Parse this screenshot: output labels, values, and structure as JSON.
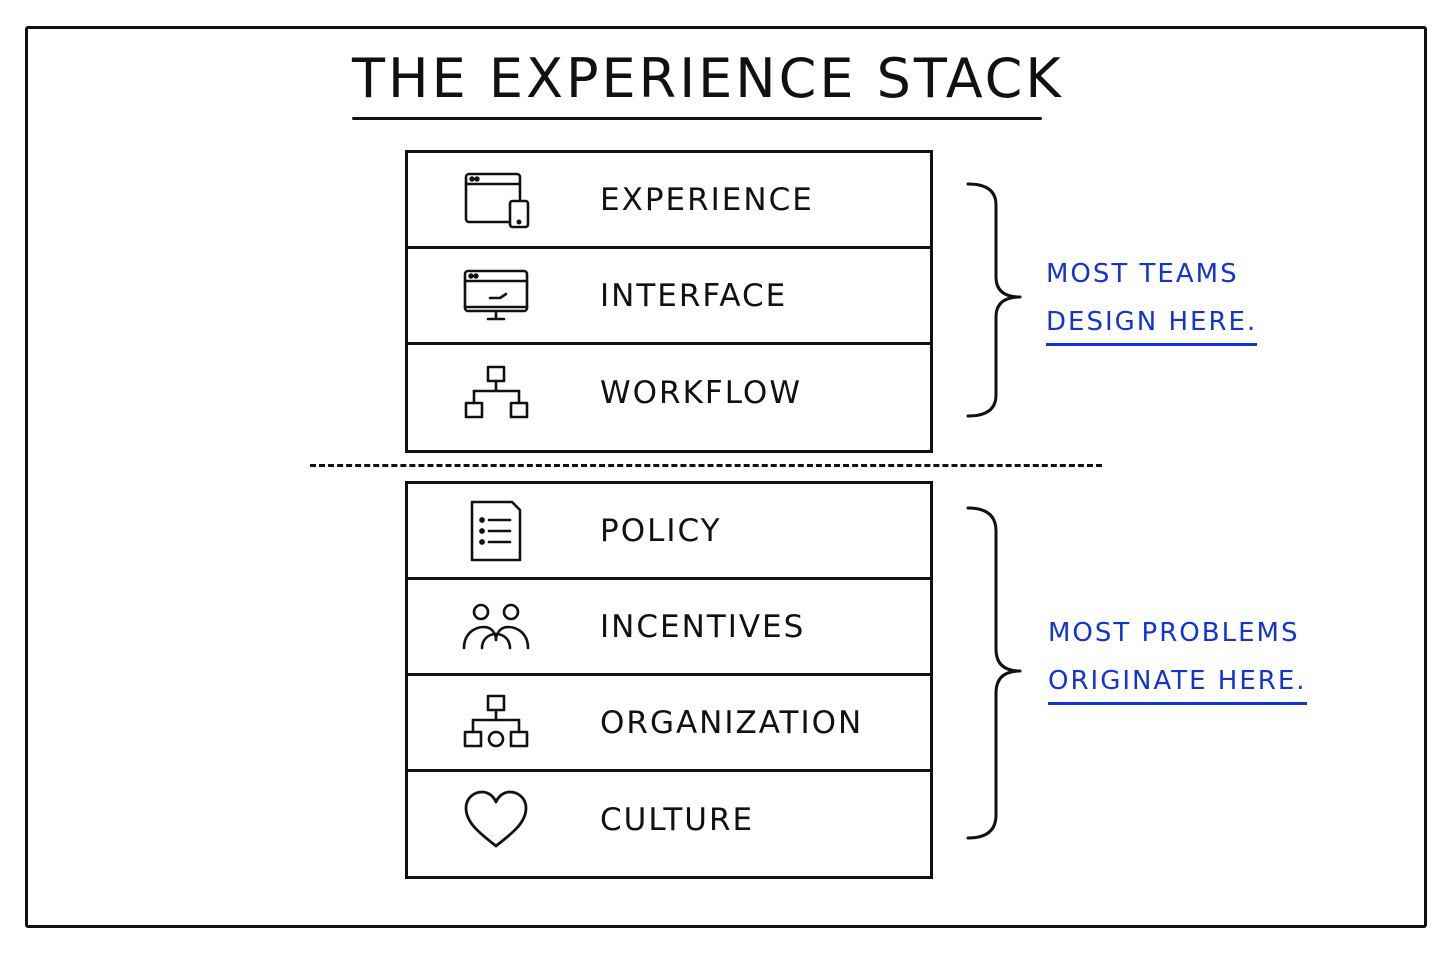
{
  "title": "THE EXPERIENCE STACK",
  "upper_layers": [
    {
      "label": "EXPERIENCE",
      "icon": "browser-and-mobile-icon"
    },
    {
      "label": "INTERFACE",
      "icon": "monitor-icon"
    },
    {
      "label": "WORKFLOW",
      "icon": "flowchart-icon"
    }
  ],
  "lower_layers": [
    {
      "label": "POLICY",
      "icon": "document-list-icon"
    },
    {
      "label": "INCENTIVES",
      "icon": "people-icon"
    },
    {
      "label": "ORGANIZATION",
      "icon": "org-chart-icon"
    },
    {
      "label": "CULTURE",
      "icon": "heart-icon"
    }
  ],
  "notes": {
    "upper": {
      "line1": "MOST TEAMS",
      "line2": "DESIGN HERE."
    },
    "lower": {
      "line1": "MOST PROBLEMS",
      "line2": "ORIGINATE HERE."
    }
  },
  "colors": {
    "ink": "#111111",
    "note": "#1233d6",
    "background": "#ffffff"
  }
}
